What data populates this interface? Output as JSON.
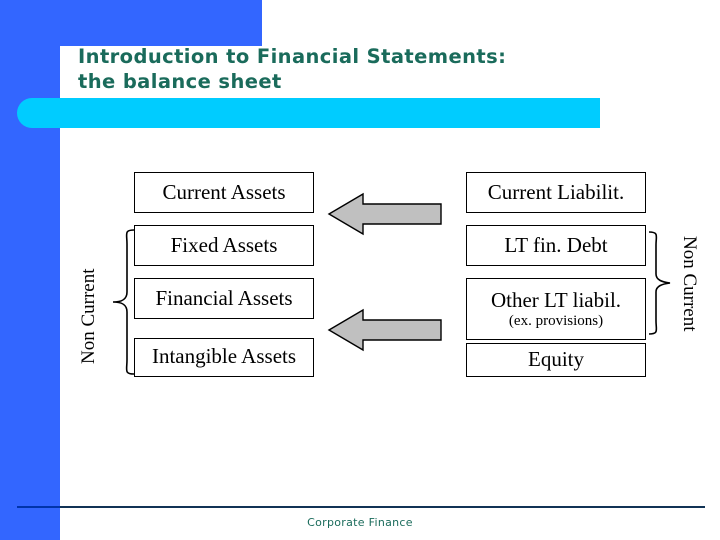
{
  "slide": {
    "title": "Introduction to Financial Statements:\nthe balance sheet",
    "footer": "Corporate Finance"
  },
  "colors": {
    "sidebar_blue": "#3366FF",
    "accent_cyan": "#00CCFF",
    "title_teal": "#1A6B5B",
    "arrow_gray": "#C0C0C0",
    "box_border": "#000000",
    "rule_dark": "#113355"
  },
  "diagram": {
    "left_column": {
      "axis_label": "Non Current",
      "items": [
        {
          "label": "Current Assets",
          "sub": ""
        },
        {
          "label": "Fixed Assets",
          "sub": ""
        },
        {
          "label": "Financial Assets",
          "sub": ""
        },
        {
          "label": "Intangible Assets",
          "sub": ""
        }
      ]
    },
    "right_column": {
      "axis_label": "Non Current",
      "items": [
        {
          "label": "Current Liabilit.",
          "sub": ""
        },
        {
          "label": "LT fin. Debt",
          "sub": ""
        },
        {
          "label": "Other LT liabil.",
          "sub": "(ex. provisions)"
        },
        {
          "label": "Equity",
          "sub": ""
        }
      ]
    },
    "arrows": [
      {
        "name": "arrow-current",
        "direction": "left"
      },
      {
        "name": "arrow-noncurrent",
        "direction": "left"
      }
    ]
  }
}
